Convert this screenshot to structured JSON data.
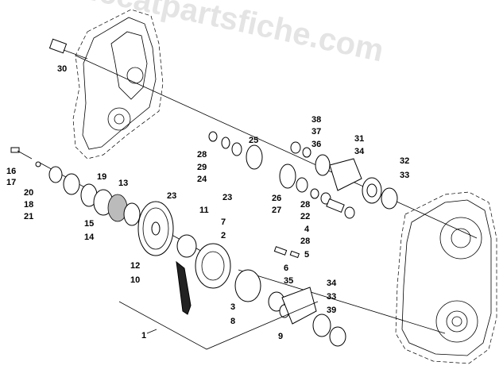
{
  "watermark": "arcticcatpartsfiche.com",
  "labels": {
    "l1": "1",
    "l2": "2",
    "l3": "3",
    "l4": "4",
    "l5": "5",
    "l6": "6",
    "l7": "7",
    "l8": "8",
    "l9": "9",
    "l10": "10",
    "l11": "11",
    "l12": "12",
    "l13": "13",
    "l14": "14",
    "l15": "15",
    "l16": "16",
    "l17": "17",
    "l18": "18",
    "l19": "19",
    "l20": "20",
    "l21": "21",
    "l22": "22",
    "l23": "23",
    "l24": "24",
    "l25": "25",
    "l26": "26",
    "l27": "27",
    "l28a": "28",
    "l28b": "28",
    "l28c": "28",
    "l29": "29",
    "l30": "30",
    "l31": "31",
    "l32": "32",
    "l33a": "33",
    "l33b": "33",
    "l34a": "34",
    "l34b": "34",
    "l35": "35",
    "l36": "36",
    "l37": "37",
    "l38": "38",
    "l39": "39"
  },
  "icons": {
    "case-cover": "chaincase-cover",
    "case-housing": "chaincase-housing",
    "chain": "drive-chain",
    "sprocket": "sprocket",
    "gear": "gear"
  }
}
